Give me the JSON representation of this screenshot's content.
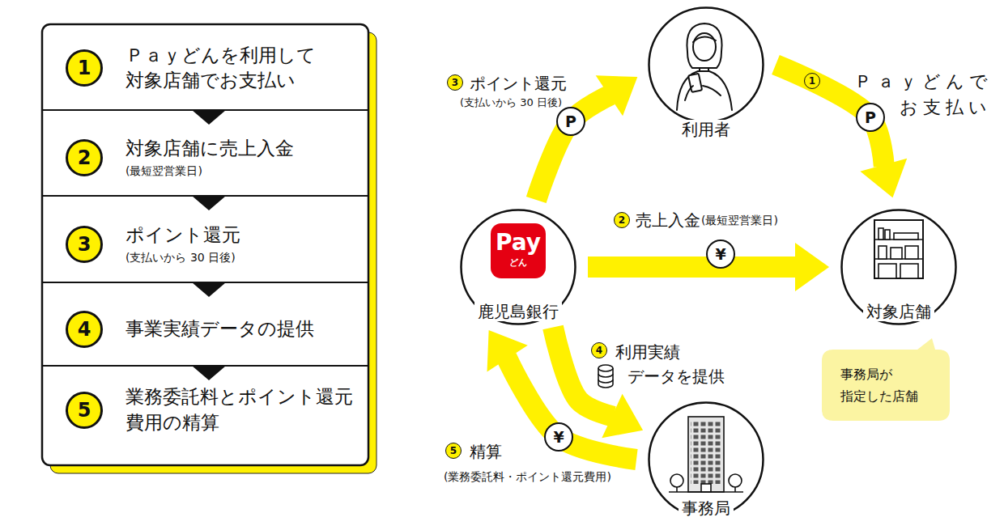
{
  "diagram": {
    "nodes": [
      {
        "text": [
          "1",
          "Ｐａｙどんを利用して 対象店舗でお支払い"
        ]
      },
      {
        "text": [
          "2",
          "対象店舗に売上入金",
          "(最短翌営業日)"
        ]
      },
      {
        "text": [
          "3",
          "ポイント還元",
          "(支払いから 30 日後)"
        ]
      },
      {
        "text": [
          "4",
          "事業実績データの提供"
        ]
      },
      {
        "text": [
          "5",
          "業務委託料とポイント還元 費用の精算"
        ]
      },
      {
        "text": [
          "利用者"
        ]
      },
      {
        "text": [
          "Pay",
          "どん",
          "鹿児島銀行"
        ]
      },
      {
        "text": [
          "対象店舗"
        ]
      },
      {
        "text": [
          "事務局"
        ]
      },
      {
        "text": [
          "事務局が 指定した店舗"
        ]
      }
    ],
    "edges": [
      {
        "from": 0,
        "to": 1,
        "arrow": "to"
      },
      {
        "from": 1,
        "to": 2,
        "arrow": "to"
      },
      {
        "from": 2,
        "to": 3,
        "arrow": "to"
      },
      {
        "from": 3,
        "to": 4,
        "arrow": "to"
      },
      {
        "from": 5,
        "to": 7,
        "arrow": "to",
        "label": "Ｐａｙどんで お支払い"
      },
      {
        "from": 6,
        "to": 7,
        "arrow": "to",
        "label": "売上入金"
      },
      {
        "from": 6,
        "to": 5,
        "arrow": "to",
        "label": "ポイント還元"
      },
      {
        "from": 6,
        "to": 8,
        "arrow": "to",
        "label": "利用実績 データを提供"
      },
      {
        "from": 8,
        "to": 6,
        "arrow": "to",
        "label": "精算"
      }
    ],
    "labels": [
      "3",
      "(支払いから 30 日後)",
      "P",
      "1",
      "P",
      "2",
      "(最短翌営業日)",
      "¥",
      "4",
      "5",
      "¥",
      "(業務委託料・ポイント還元費用)"
    ]
  }
}
